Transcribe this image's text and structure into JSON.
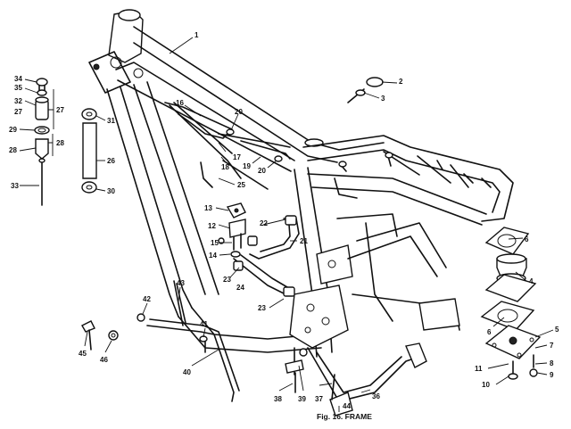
{
  "caption": "Fig. 16.  FRAME",
  "callouts": [
    {
      "id": "1",
      "label": "1"
    },
    {
      "id": "2",
      "label": "2"
    },
    {
      "id": "3",
      "label": "3"
    },
    {
      "id": "4",
      "label": "4"
    },
    {
      "id": "5",
      "label": "5"
    },
    {
      "id": "6a",
      "label": "6"
    },
    {
      "id": "6b",
      "label": "6"
    },
    {
      "id": "7",
      "label": "7"
    },
    {
      "id": "8",
      "label": "8"
    },
    {
      "id": "9",
      "label": "9"
    },
    {
      "id": "10",
      "label": "10"
    },
    {
      "id": "11",
      "label": "11"
    },
    {
      "id": "12",
      "label": "12"
    },
    {
      "id": "13",
      "label": "13"
    },
    {
      "id": "14",
      "label": "14"
    },
    {
      "id": "15",
      "label": "15"
    },
    {
      "id": "16",
      "label": "16"
    },
    {
      "id": "17",
      "label": "17"
    },
    {
      "id": "18",
      "label": "18"
    },
    {
      "id": "19",
      "label": "19"
    },
    {
      "id": "20a",
      "label": "20"
    },
    {
      "id": "20b",
      "label": "20"
    },
    {
      "id": "21",
      "label": "21"
    },
    {
      "id": "22",
      "label": "22"
    },
    {
      "id": "23a",
      "label": "23"
    },
    {
      "id": "23b",
      "label": "23"
    },
    {
      "id": "24",
      "label": "24"
    },
    {
      "id": "25",
      "label": "25"
    },
    {
      "id": "26",
      "label": "26"
    },
    {
      "id": "27a",
      "label": "27"
    },
    {
      "id": "27b",
      "label": "27"
    },
    {
      "id": "28a",
      "label": "28"
    },
    {
      "id": "28b",
      "label": "28"
    },
    {
      "id": "29",
      "label": "29"
    },
    {
      "id": "30",
      "label": "30"
    },
    {
      "id": "31",
      "label": "31"
    },
    {
      "id": "32",
      "label": "32"
    },
    {
      "id": "33",
      "label": "33"
    },
    {
      "id": "34",
      "label": "34"
    },
    {
      "id": "35",
      "label": "35"
    },
    {
      "id": "36",
      "label": "36"
    },
    {
      "id": "37",
      "label": "37"
    },
    {
      "id": "38",
      "label": "38"
    },
    {
      "id": "39",
      "label": "39"
    },
    {
      "id": "40",
      "label": "40"
    },
    {
      "id": "41",
      "label": "41"
    },
    {
      "id": "42",
      "label": "42"
    },
    {
      "id": "43",
      "label": "43"
    },
    {
      "id": "44",
      "label": "44"
    },
    {
      "id": "45",
      "label": "45"
    },
    {
      "id": "46",
      "label": "46"
    }
  ]
}
